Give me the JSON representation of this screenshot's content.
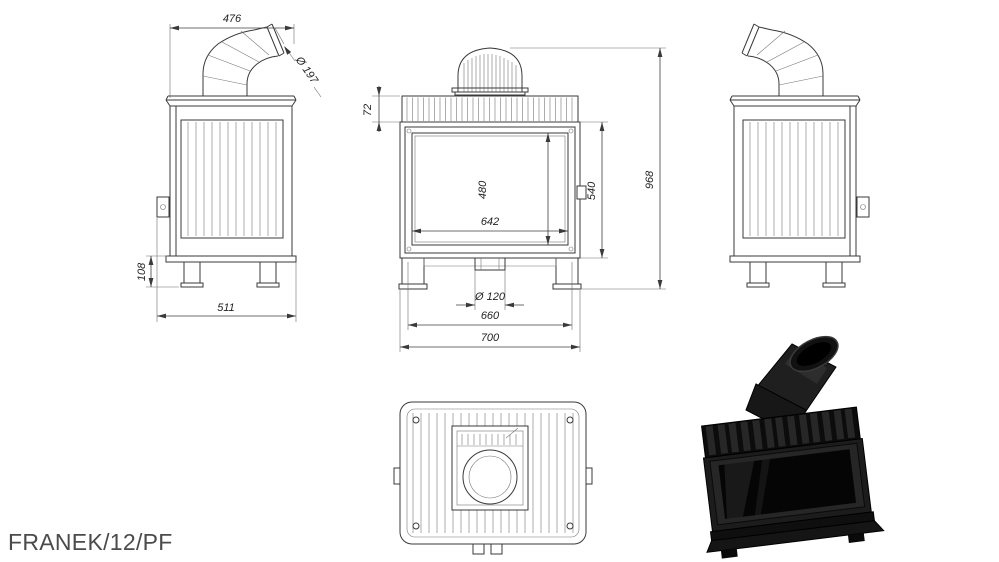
{
  "model_label": "FRANEK/12/PF",
  "dims": {
    "side": {
      "top_width": "476",
      "flue_diameter": "Ø 197",
      "base_height": "108",
      "depth": "511"
    },
    "front": {
      "top_band": "72",
      "glass_height": "480",
      "door_height": "540",
      "total_height": "968",
      "glass_width": "642",
      "outlet_diameter": "Ø 120",
      "inner_width": "660",
      "total_width": "700"
    }
  }
}
